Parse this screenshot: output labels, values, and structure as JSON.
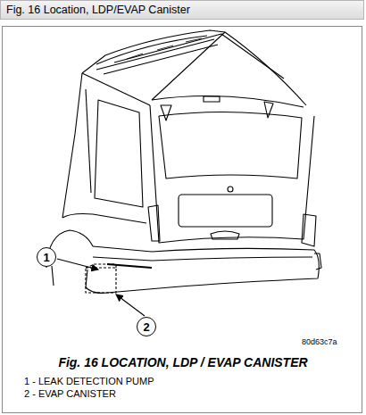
{
  "diagram": {
    "title": "Fig. 16 Location, LDP/EVAP Canister",
    "caption": "Fig. 16 LOCATION, LDP / EVAP CANISTER",
    "nodes": [
      {
        "text": [
          "1"
        ]
      },
      {
        "text": [
          "2"
        ]
      }
    ],
    "edges": [],
    "labels": [
      "80d63c7a",
      "1 - LEAK DETECTION PUMP",
      "2 - EVAP CANISTER"
    ]
  }
}
